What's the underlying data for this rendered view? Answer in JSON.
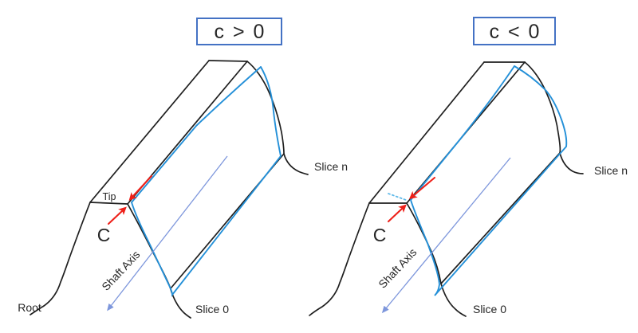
{
  "titles": {
    "left": "c > 0",
    "right": "c < 0"
  },
  "left_diagram": {
    "tip": "Tip",
    "c": "C",
    "shaft_axis": "Shaft Axis",
    "root": "Root",
    "slice_0": "Slice 0",
    "slice_n": "Slice n"
  },
  "right_diagram": {
    "c": "C",
    "shaft_axis": "Shaft Axis",
    "slice_0": "Slice 0",
    "slice_n": "Slice n"
  },
  "colors": {
    "background": "#ffffff",
    "outline": "#1f1f1f",
    "modified_flank": "#2490d8",
    "axis_arrow": "#7e97dc",
    "dotted": "#5fb9e9",
    "red_arrow": "#ee2019",
    "title_border": "#4472c4",
    "text": "#262626"
  }
}
